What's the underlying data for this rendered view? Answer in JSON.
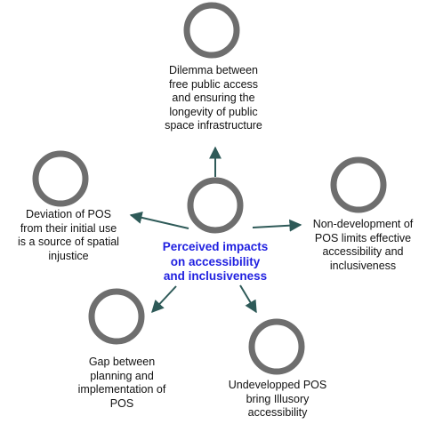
{
  "diagram": {
    "center_label": [
      "Perceived impacts",
      "on accessibility",
      "and inclusiveness"
    ],
    "nodes": [
      {
        "id": "top",
        "lines": [
          "Dilemma between",
          "free public access",
          "and ensuring the",
          "longevity of public",
          "space infrastructure"
        ]
      },
      {
        "id": "right",
        "lines": [
          "Non-development of",
          "POS limits effective",
          "accessibility and",
          "inclusiveness"
        ]
      },
      {
        "id": "bottom-right",
        "lines": [
          "Undevelopped POS",
          "bring Illusory",
          "accessibility"
        ]
      },
      {
        "id": "bottom-left",
        "lines": [
          "Gap between",
          "planning and",
          "implementation of",
          "POS"
        ]
      },
      {
        "id": "left",
        "lines": [
          "Deviation of POS",
          "from their initial use",
          "is a source of spatial",
          "injustice"
        ]
      }
    ],
    "colors": {
      "ring": "#6e6e6e",
      "connector": "#2e5a58",
      "center_text": "#1f1fe0",
      "node_text": "#111111"
    }
  }
}
